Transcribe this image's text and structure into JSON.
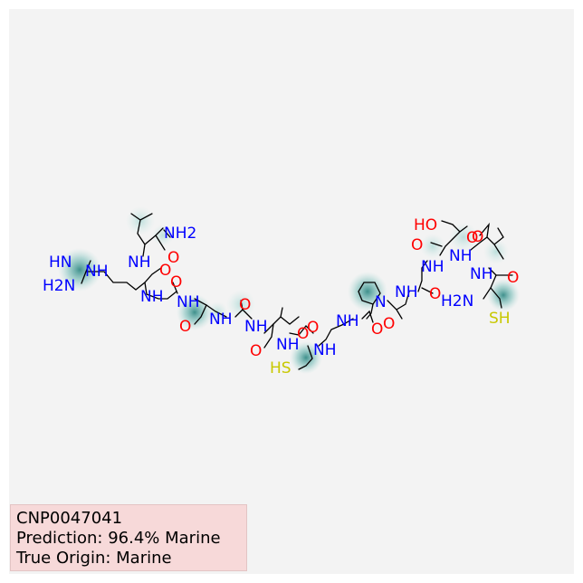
{
  "compound_id": "CNP0047041",
  "prediction_text": "Prediction: 96.4% Marine",
  "true_origin_text": "True Origin: Marine",
  "colors": {
    "nitrogen": "#0000ff",
    "oxygen": "#ff0000",
    "sulfur": "#c8c800",
    "bond": "#000000",
    "heat": "#2a8f87",
    "info_box": "#f7d9d9",
    "panel": "#f3f3f3"
  },
  "atom_labels": {
    "nh2_top": "NH2",
    "o_top": "O",
    "nh_leu": "NH",
    "o_leu": "O",
    "hn_arg": "HN",
    "nh_arg": "NH",
    "h2n_arg": "H2N",
    "o_arg": "O",
    "nh_arg_bb": "NH",
    "nh_gly1": "NH",
    "o_gly1": "O",
    "o_gly2": "O",
    "nh_gly2": "NH",
    "nh_gly3": "NH",
    "o_gly3": "O",
    "o_val": "O",
    "nh_val": "NH",
    "o_cys_a": "O",
    "nh_cys": "NH",
    "hs_cys": "HS",
    "nh_gly4": "NH",
    "o_pro": "O",
    "n_pro": "N",
    "nh_ala": "NH",
    "o_ala": "O",
    "nh_thr": "NH",
    "ho_thr": "HO",
    "o_thr": "O",
    "nh_val2": "NH",
    "o_val2": "O",
    "nh_cys2": "NH",
    "o_cys2": "O",
    "h2n_term": "H2N",
    "sh_term": "SH"
  }
}
